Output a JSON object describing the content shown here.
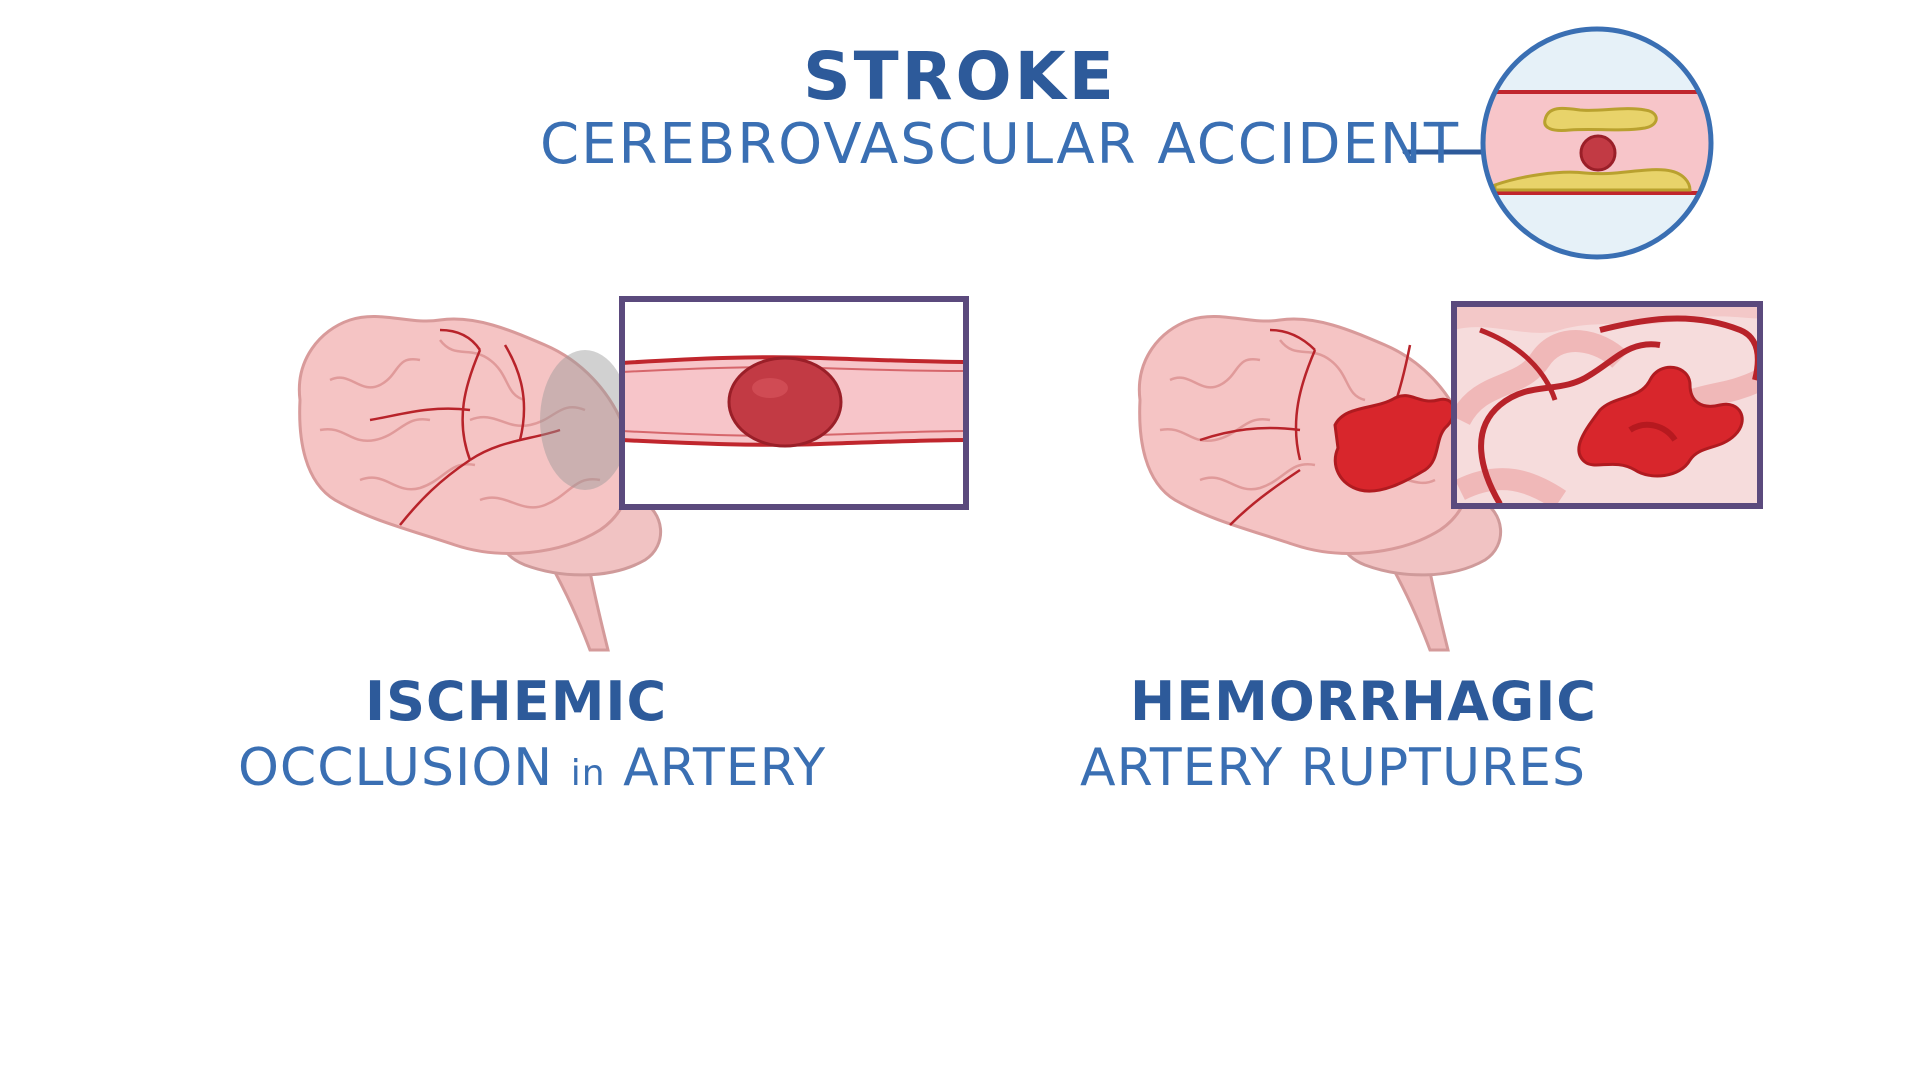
{
  "header": {
    "title": "STROKE",
    "subtitle": "CEREBROVASCULAR ACCIDENT"
  },
  "ischemic": {
    "title": "ISCHEMIC",
    "desc_pre": "OCCLUSION",
    "desc_in": "in",
    "desc_post": "ARTERY"
  },
  "hemorrhagic": {
    "title": "HEMORRHAGIC",
    "desc": "ARTERY RUPTURES"
  },
  "colors": {
    "text_dark_blue": "#2d5a9a",
    "text_blue": "#3a6fb3",
    "frame_purple": "#5b4a7d",
    "brain_pink": "#f2b8b8",
    "vessel_red": "#c0262d",
    "plaque_yellow": "#e8d36a"
  }
}
